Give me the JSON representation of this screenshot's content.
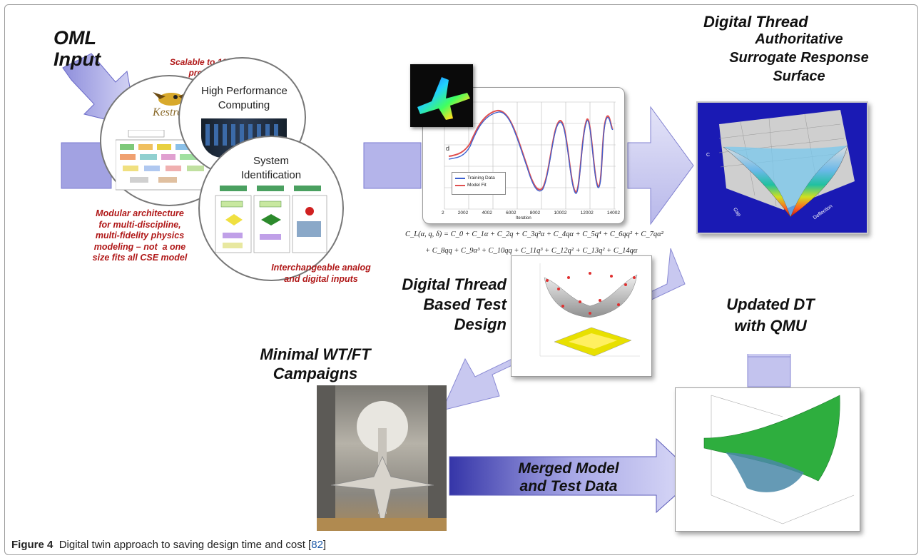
{
  "labels": {
    "oml_input": "OML\nInput",
    "digital_thread_title": "Digital Thread",
    "digital_thread_subtitle": "Authoritative\nSurrogate Response\nSurface",
    "scalable_note": "Scalable to 1000's of\nprocessors",
    "hpc": "High Performance\nComputing",
    "system_id": "System\nIdentification",
    "modular_note": "Modular architecture\nfor multi-discipline,\nmulti-fidelity physics\nmodeling – not  a one\nsize fits all CSE model",
    "interchangeable_note": "Interchangeable analog\nand digital inputs",
    "test_design": "Digital Thread\nBased Test\nDesign",
    "updated_dt": "Updated DT\nwith QMU",
    "minimal_campaigns": "Minimal WT/FT\nCampaigns",
    "merged_model": "Merged Model\nand Test Data",
    "kestrel": "Kestrel"
  },
  "equation": {
    "line1": "C_L(α, q, δ) = C_0 + C_1α + C_2q + C_3q²α + C_4qα + C_5q⁴ + C_6qq² + C_7qα²",
    "line2": "+ C_8qq + C_9α³ + C_10qq + C_11q³ + C_12q² + C_13q² + C_14qα"
  },
  "plot": {
    "xlabel": "Iteration",
    "ylabel": "d",
    "xticks": [
      "2",
      "2002",
      "4002",
      "6002",
      "8002",
      "10002",
      "12002",
      "14002"
    ],
    "legend": [
      "Training Data",
      "Model Fit"
    ]
  },
  "surface": {
    "zlabel": "C",
    "xlabel": "Deflection",
    "ylabel": "Gap"
  },
  "caption": {
    "figure": "Figure 4",
    "text": "Digital twin approach to saving design time and cost [",
    "ref": "82",
    "close": "]"
  },
  "colors": {
    "arrow_fill": "#c3c3ee",
    "arrow_dark": "#5b5bc4",
    "note_red": "#b01818",
    "surface_bg": "#1a1ab4",
    "yellow_plane": "#e8e000"
  }
}
